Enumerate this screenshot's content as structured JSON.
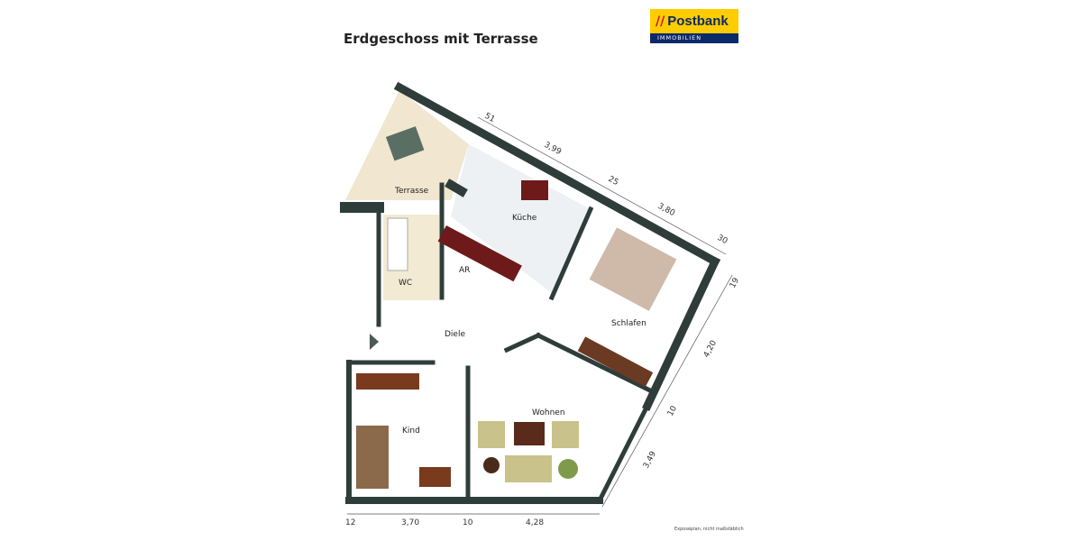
{
  "title": "Erdgeschoss mit Terrasse",
  "logo": {
    "brand": "Postbank",
    "sub": "IMMOBILIEN",
    "colors": {
      "yellow": "#ffcc00",
      "blue": "#0c2a6b"
    }
  },
  "rooms": {
    "terrasse": "Terrasse",
    "kueche": "Küche",
    "wc": "WC",
    "ar": "AR",
    "diele": "Diele",
    "schlafen": "Schlafen",
    "wohnen": "Wohnen",
    "kind": "Kind"
  },
  "dimensions": {
    "top": [
      "51",
      "3,99",
      "25",
      "3,80",
      "30"
    ],
    "right": [
      "19",
      "4,20",
      "10",
      "3,49"
    ],
    "bottom": [
      "12",
      "3,70",
      "10",
      "4,28"
    ]
  },
  "note": "Exposéplan, nicht maßstäblich",
  "colors": {
    "wall": "#2f3d3a",
    "floor": "#ffffff",
    "tile": "#f1e6cf",
    "wood": "#6b3a22"
  }
}
